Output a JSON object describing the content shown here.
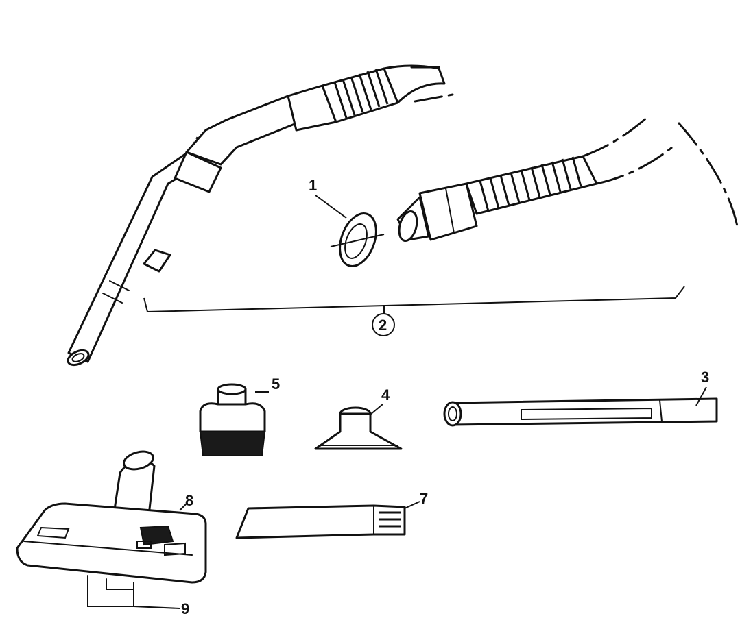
{
  "callouts": [
    {
      "id": "1",
      "label": "1"
    },
    {
      "id": "2",
      "label": "2"
    },
    {
      "id": "3",
      "label": "3"
    },
    {
      "id": "4",
      "label": "4"
    },
    {
      "id": "5",
      "label": "5"
    },
    {
      "id": "7",
      "label": "7"
    },
    {
      "id": "8",
      "label": "8"
    },
    {
      "id": "9",
      "label": "9"
    }
  ],
  "colors": {
    "ink": "#111111",
    "paper": "#ffffff"
  }
}
